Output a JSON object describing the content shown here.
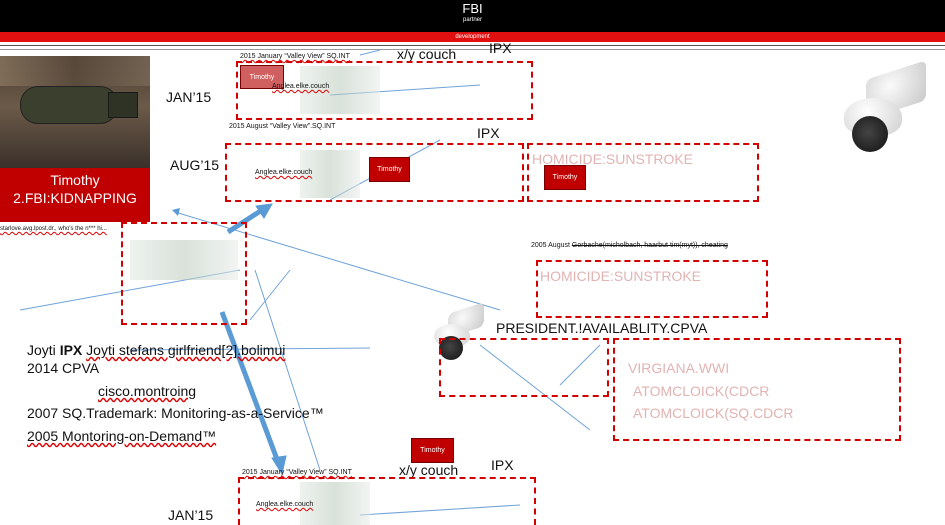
{
  "header": {
    "title": "FBI",
    "subtitle": "partner",
    "banner": "development"
  },
  "photo_card": {
    "name": "Timothy",
    "case": "2.FBI:KIDNAPPING",
    "caption": "starlove.avg.lpost.dr., who's the n*** hi..."
  },
  "dates": {
    "jan15_top": "JAN’15",
    "aug15": "AUG’15",
    "jan15_bottom": "JAN’15"
  },
  "entries": {
    "top_header": "2015 January “Valley View” SQ.INT",
    "top_xy": "x/y couch",
    "top_ipx": "IPX",
    "top_tag": "Timothy",
    "top_sub": "Anglea.elke.couch",
    "aug_header": "2015 August “Valley View”.SQ.INT",
    "aug_ipx": "IPX",
    "aug_sub": "Anglea.elke.couch",
    "aug_tag": "Timothy",
    "homicide1": "HOMICIDE:SUNSTROKE",
    "homicide1_tag": "Timothy",
    "aug2005_prefix": "2005 August",
    "aug2005_detail": "Gorbache(micholbach, haarbut tim(myt)), cheating",
    "homicide2": "HOMICIDE:SUNSTROKE",
    "president": "PRESIDENT.!AVAILABLITY.CPVA",
    "virgiana": "VIRGIANA.WWI",
    "atom1": "ATOMCLOICK(CDCR",
    "atom2": "ATOMCLOICK(SQ.CDCR",
    "bottom_tag": "Timothy",
    "bottom_header": "2015 January “Valley View” SQ.INT",
    "bottom_xy": "x/y couch",
    "bottom_ipx": "IPX",
    "bottom_sub": "Anglea.elke.couch"
  },
  "left_list": {
    "line1_a": "Joyti",
    "line1_b": "IPX",
    "line1_c": "Joyti stefans girlfriend[2].bolimui",
    "line2": "2014 CPVA",
    "line3": "cisco.montroing",
    "line4": "2007 SQ.Trademark: Monitoring-as-a-Service™",
    "line5": "2005 Montoring-on-Demand™"
  },
  "icons": {
    "camera_large": "security-camera-icon",
    "camera_small": "security-camera-icon"
  },
  "colors": {
    "accent": "#d40000",
    "tag": "#c00000",
    "arrow": "#5b9bd5",
    "line": "#6fa3d8"
  }
}
